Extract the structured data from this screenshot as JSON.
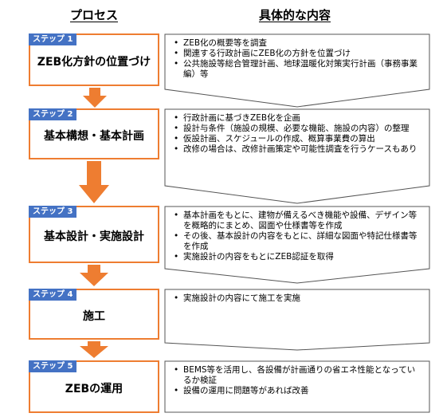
{
  "headers": {
    "process": "プロセス",
    "content": "具体的な内容"
  },
  "steps": [
    {
      "badge": "ステップ 1",
      "title": "ZEB化方針の位置づけ",
      "items": [
        "ZEB化の概要等を調査",
        "関連する行政計画にZEB化の方針を位置づけ",
        "公共施設等総合管理計画、地球温暖化対策実行計画（事務事業編）等"
      ]
    },
    {
      "badge": "ステップ 2",
      "title": "基本構想・基本計画",
      "items": [
        "行政計画に基づきZEB化を企画",
        "設計与条件（施設の規模、必要な機能、施設の内容）の整理",
        "仮設計画、スケジュールの作成、概算事業費の算出",
        "改修の場合は、改修計画策定や可能性調査を行うケースもあり"
      ]
    },
    {
      "badge": "ステップ 3",
      "title": "基本設計・実施設計",
      "items": [
        "基本計画をもとに、建物が備えるべき機能や設備、デザイン等を概略的にまとめ、図面や仕様書等を作成",
        "その後、基本設計の内容をもとに、詳細な図面や特記仕様書等を作成",
        "実施設計の内容をもとにZEB認証を取得"
      ]
    },
    {
      "badge": "ステップ 4",
      "title": "施工",
      "items": [
        "実施設計の内容にて施工を実施"
      ]
    },
    {
      "badge": "ステップ 5",
      "title": "ZEBの運用",
      "items": [
        "BEMS等を活用し、各設備が計画通りの省エネ性能となっているか検証",
        "設備の運用に問題等があれば改善"
      ]
    }
  ],
  "colors": {
    "accent": "#ee7d31",
    "badge": "#4472c4"
  }
}
